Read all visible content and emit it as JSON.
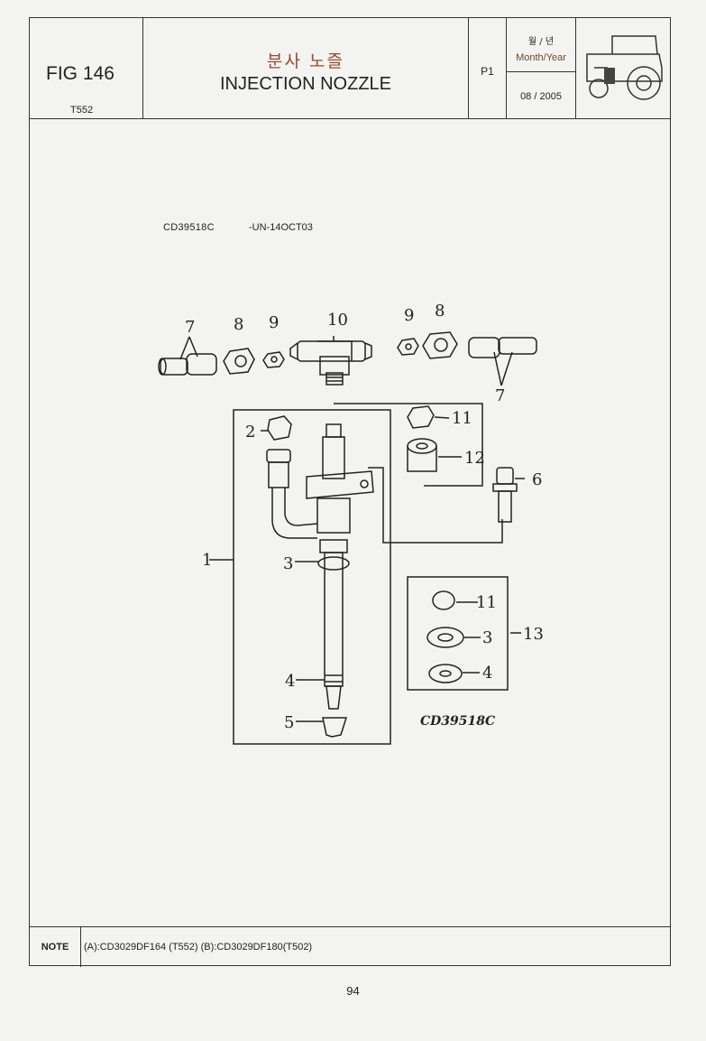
{
  "header": {
    "figure": "FIG 146",
    "model": "T552",
    "title_korean": "분사 노즐",
    "title_english": "INJECTION NOZZLE",
    "page_code": "P1",
    "month_year_korean": "월 / 년",
    "month_year_label": "Month/Year",
    "date": "08 / 2005"
  },
  "diagram": {
    "reference_code": "CD39518C",
    "reference_suffix": "-UN-14OCT03",
    "drawing_code": "CD39518C",
    "callouts": [
      "1",
      "2",
      "3",
      "4",
      "5",
      "6",
      "7",
      "7",
      "8",
      "8",
      "9",
      "9",
      "10",
      "11",
      "12",
      "11",
      "3",
      "4",
      "13"
    ]
  },
  "note": {
    "label": "NOTE",
    "text": "(A):CD3029DF164 (T552)  (B):CD3029DF180(T502)"
  },
  "page_number": "94"
}
